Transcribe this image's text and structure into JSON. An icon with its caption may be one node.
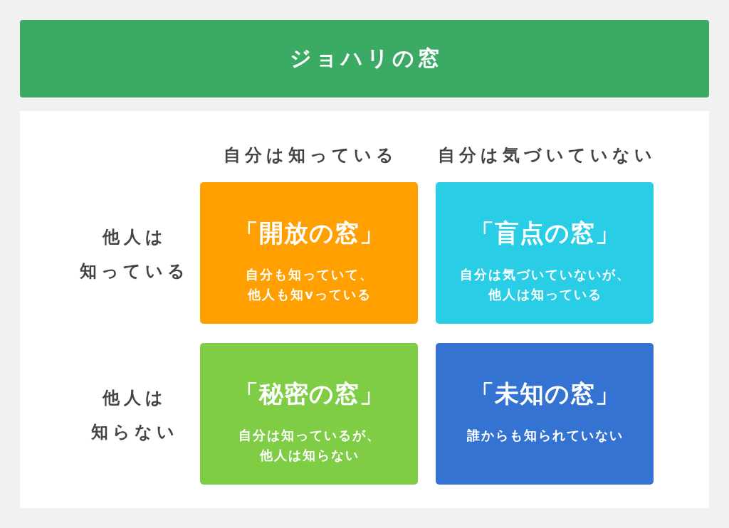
{
  "diagram": {
    "title": "ジョハリの窓",
    "nodes": [
      {
        "text": [
          "「開放の窓」",
          "自分も知っていて、他人も知vっている"
        ]
      },
      {
        "text": [
          "「盲点の窓」",
          "自分は気づいていないが、他人は知っている"
        ]
      },
      {
        "text": [
          "「秘密の窓」",
          "自分は知っているが、他人は知らない"
        ]
      },
      {
        "text": [
          "「未知の窓」",
          "誰からも知られていない"
        ]
      }
    ],
    "labels": [
      "自分は知っている",
      "自分は気づいていない",
      "他人は知っている",
      "他人は知らない"
    ]
  }
}
